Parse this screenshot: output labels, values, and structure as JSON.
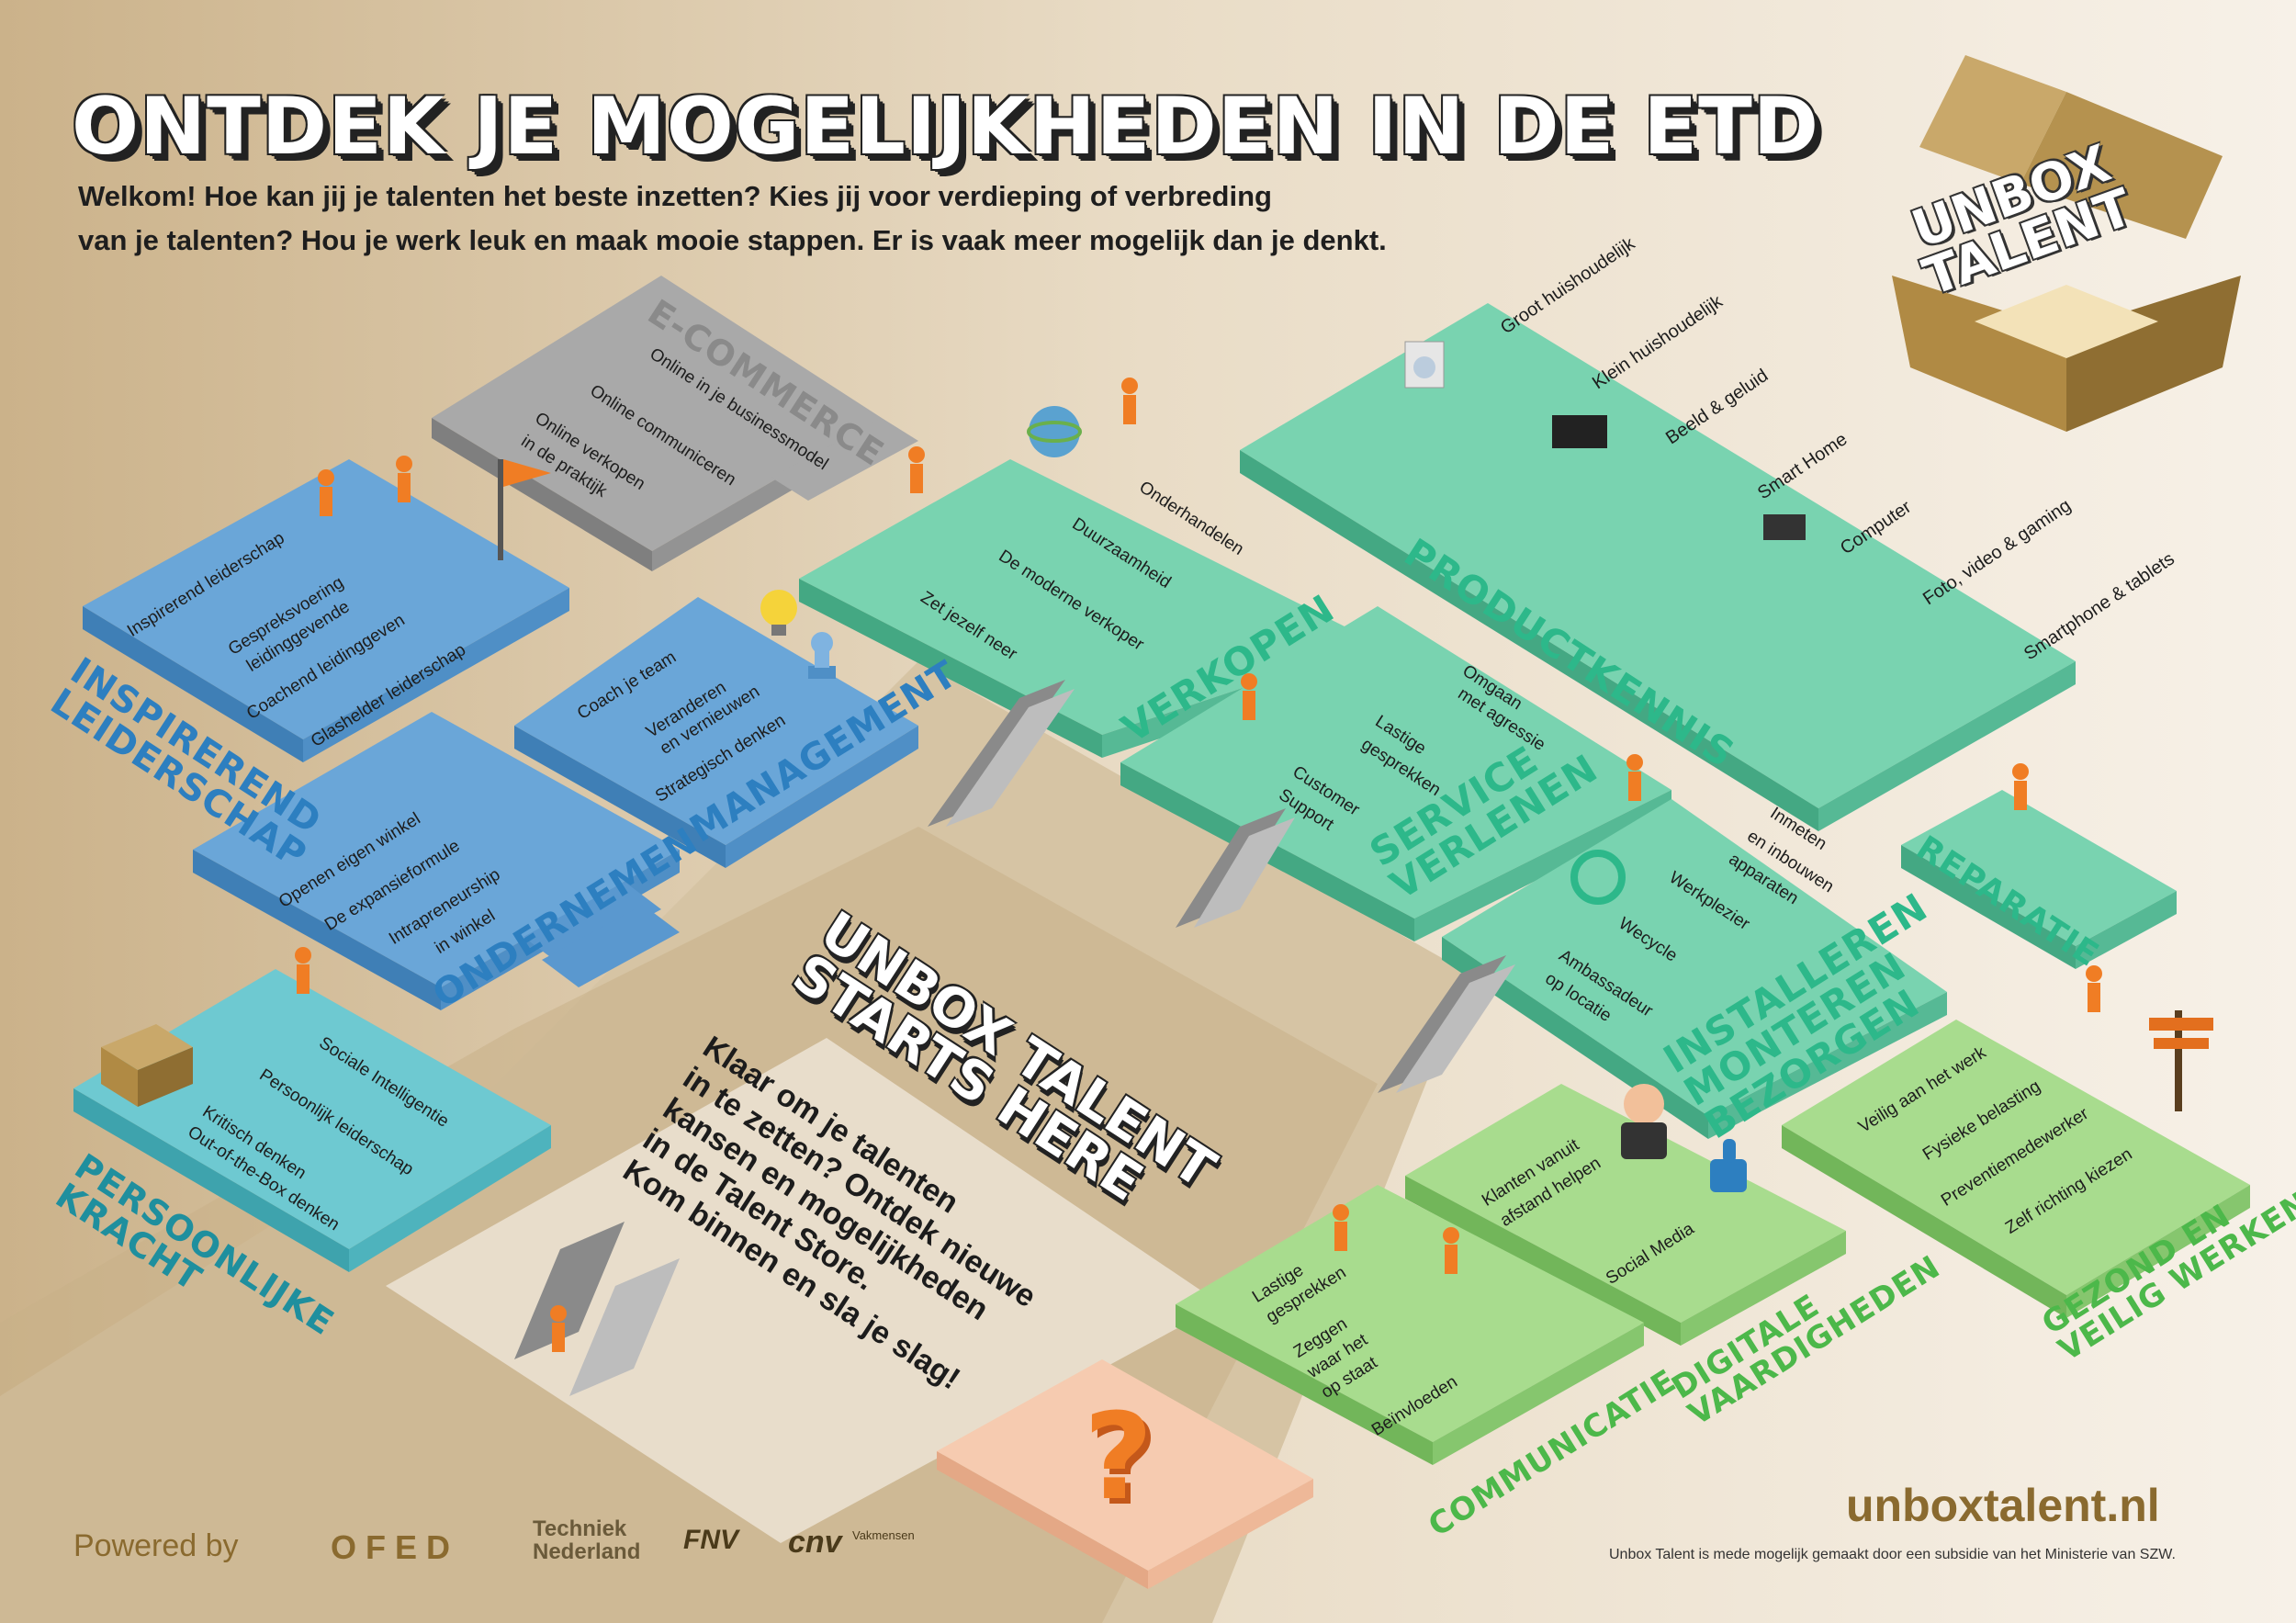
{
  "title": "ONTDEK JE MOGELIJKHEDEN IN DE ETD",
  "intro": {
    "line1": "Welkom! Hoe kan jij je talenten het beste inzetten? Kies jij voor verdieping of verbreding",
    "line2": "van je talenten? Hou je werk leuk en maak mooie stappen. Er is vaak meer mogelijk dan je denkt."
  },
  "brand": {
    "line1": "UNBOX",
    "line2": "TALENT"
  },
  "colors": {
    "blue": "#6aa6d8",
    "blue_dark": "#2d7fc0",
    "green": "#79d3b0",
    "green_dark": "#2db88a",
    "light_green": "#a8dc8e",
    "light_green_dark": "#4cb84a",
    "teal": "#6ec9d1",
    "gray": "#a9a9a9",
    "gold": "#8a6a2f",
    "orange": "#f07d24"
  },
  "platforms": {
    "ecommerce": {
      "name": "E-COMMERCE",
      "items": [
        "Online in je businessmodel",
        "Online communiceren",
        "Online verkopen",
        "in de praktijk"
      ]
    },
    "inspirerend": {
      "name1": "INSPIREREND",
      "name2": "LEIDERSCHAP",
      "items": [
        "Inspirerend leiderschap",
        "Gespreksvoering",
        "leidinggevende",
        "Coachend leidinggeven",
        "Glashelder leiderschap"
      ]
    },
    "management": {
      "name": "MANAGEMENT",
      "items": [
        "Coach je team",
        "Veranderen",
        "en vernieuwen",
        "Strategisch denken"
      ]
    },
    "ondernemen": {
      "name": "ONDERNEMEN",
      "items": [
        "Openen eigen winkel",
        "De expansieformule",
        "Intrapreneurship",
        "in winkel"
      ]
    },
    "persoonlijke": {
      "name1": "PERSOONLIJKE",
      "name2": "KRACHT",
      "items": [
        "Sociale Intelligentie",
        "Persoonlijk leiderschap",
        "Kritisch denken",
        "Out-of-the-Box denken"
      ]
    },
    "verkopen": {
      "name": "VERKOPEN",
      "items": [
        "Onderhandelen",
        "Duurzaamheid",
        "De moderne verkoper",
        "Zet jezelf neer"
      ]
    },
    "productkennis": {
      "name": "PRODUCTKENNIS",
      "items": [
        "Groot huishoudelijk",
        "Klein huishoudelijk",
        "Beeld & geluid",
        "Smart Home",
        "Computer",
        "Foto, video & gaming",
        "Smartphone & tablets"
      ]
    },
    "service": {
      "name1": "SERVICE",
      "name2": "VERLENEN",
      "items": [
        "Omgaan",
        "met agressie",
        "Lastige",
        "gesprekken",
        "Customer",
        "Support"
      ]
    },
    "installeren": {
      "name1": "INSTALLEREN",
      "name2": "MONTEREN",
      "name3": "BEZORGEN",
      "items": [
        "Inmeten",
        "en inbouwen",
        "apparaten",
        "Werkplezier",
        "Wecycle",
        "Ambassadeur",
        "op locatie"
      ]
    },
    "reparatie": {
      "name": "REPARATIE"
    },
    "gezond": {
      "name1": "GEZOND EN",
      "name2": "VEILIG WERKEN",
      "items": [
        "Veilig aan het werk",
        "Fysieke belasting",
        "Preventiemedewerker",
        "Zelf richting kiezen"
      ]
    },
    "digitale": {
      "name1": "DIGITALE",
      "name2": "VAARDIGHEDEN",
      "items": [
        "Klanten vanuit",
        "afstand helpen",
        "Social Media"
      ]
    },
    "communicatie": {
      "name": "COMMUNICATIE",
      "items": [
        "Lastige",
        "gesprekken",
        "Zeggen",
        "waar het",
        "op staat",
        "Beïnvloeden"
      ]
    }
  },
  "hero": {
    "title1": "UNBOX TALENT",
    "title2": "STARTS HERE",
    "lines": [
      "Klaar om je talenten",
      "in te zetten? Ontdek nieuwe",
      "kansen en mogelijkheden",
      "in de Talent Store.",
      "Kom binnen en sla je slag!"
    ]
  },
  "question_mark": "?",
  "footer": {
    "powered": "Powered by",
    "ofed": "OFED",
    "tn1": "Techniek",
    "tn2": "Nederland",
    "fnv": "FNV",
    "cnv": "cnv",
    "cnv_sub": "Vakmensen",
    "url": "unboxtalent.nl",
    "note": "Unbox Talent is mede mogelijk gemaakt door een subsidie van het Ministerie van SZW."
  },
  "icons": [
    "escalator-icon",
    "person-icon",
    "lightbulb-icon",
    "globe-icon",
    "thumbs-up-icon",
    "headset-icon",
    "recycle-icon",
    "laptop-icon",
    "washing-machine-icon",
    "tv-icon",
    "box-icon",
    "signpost-icon",
    "flag-icon",
    "chess-icon"
  ]
}
